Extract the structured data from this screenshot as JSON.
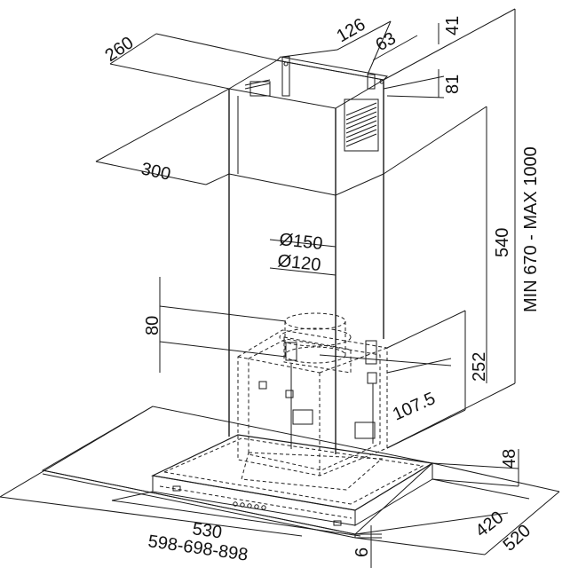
{
  "dimensions": {
    "chimney_depth": "260",
    "chimney_width": "300",
    "bracket_width": "126",
    "bracket_offset": "63",
    "top_gap": "41",
    "bracket_height": "81",
    "duct_outer": "Ø150",
    "duct_inner": "Ø120",
    "chimney_length": "540",
    "total_height": "MIN 670 - MAX 1000",
    "outlet_height": "80",
    "body_height": "252",
    "outlet_offset": "107.5",
    "canopy_height": "48",
    "body_width": "530",
    "hood_width": "598-698-898",
    "body_depth": "420",
    "hood_depth": "520",
    "glass_thickness": "6"
  },
  "colors": {
    "line": "#1a1a1a",
    "background": "#ffffff"
  }
}
